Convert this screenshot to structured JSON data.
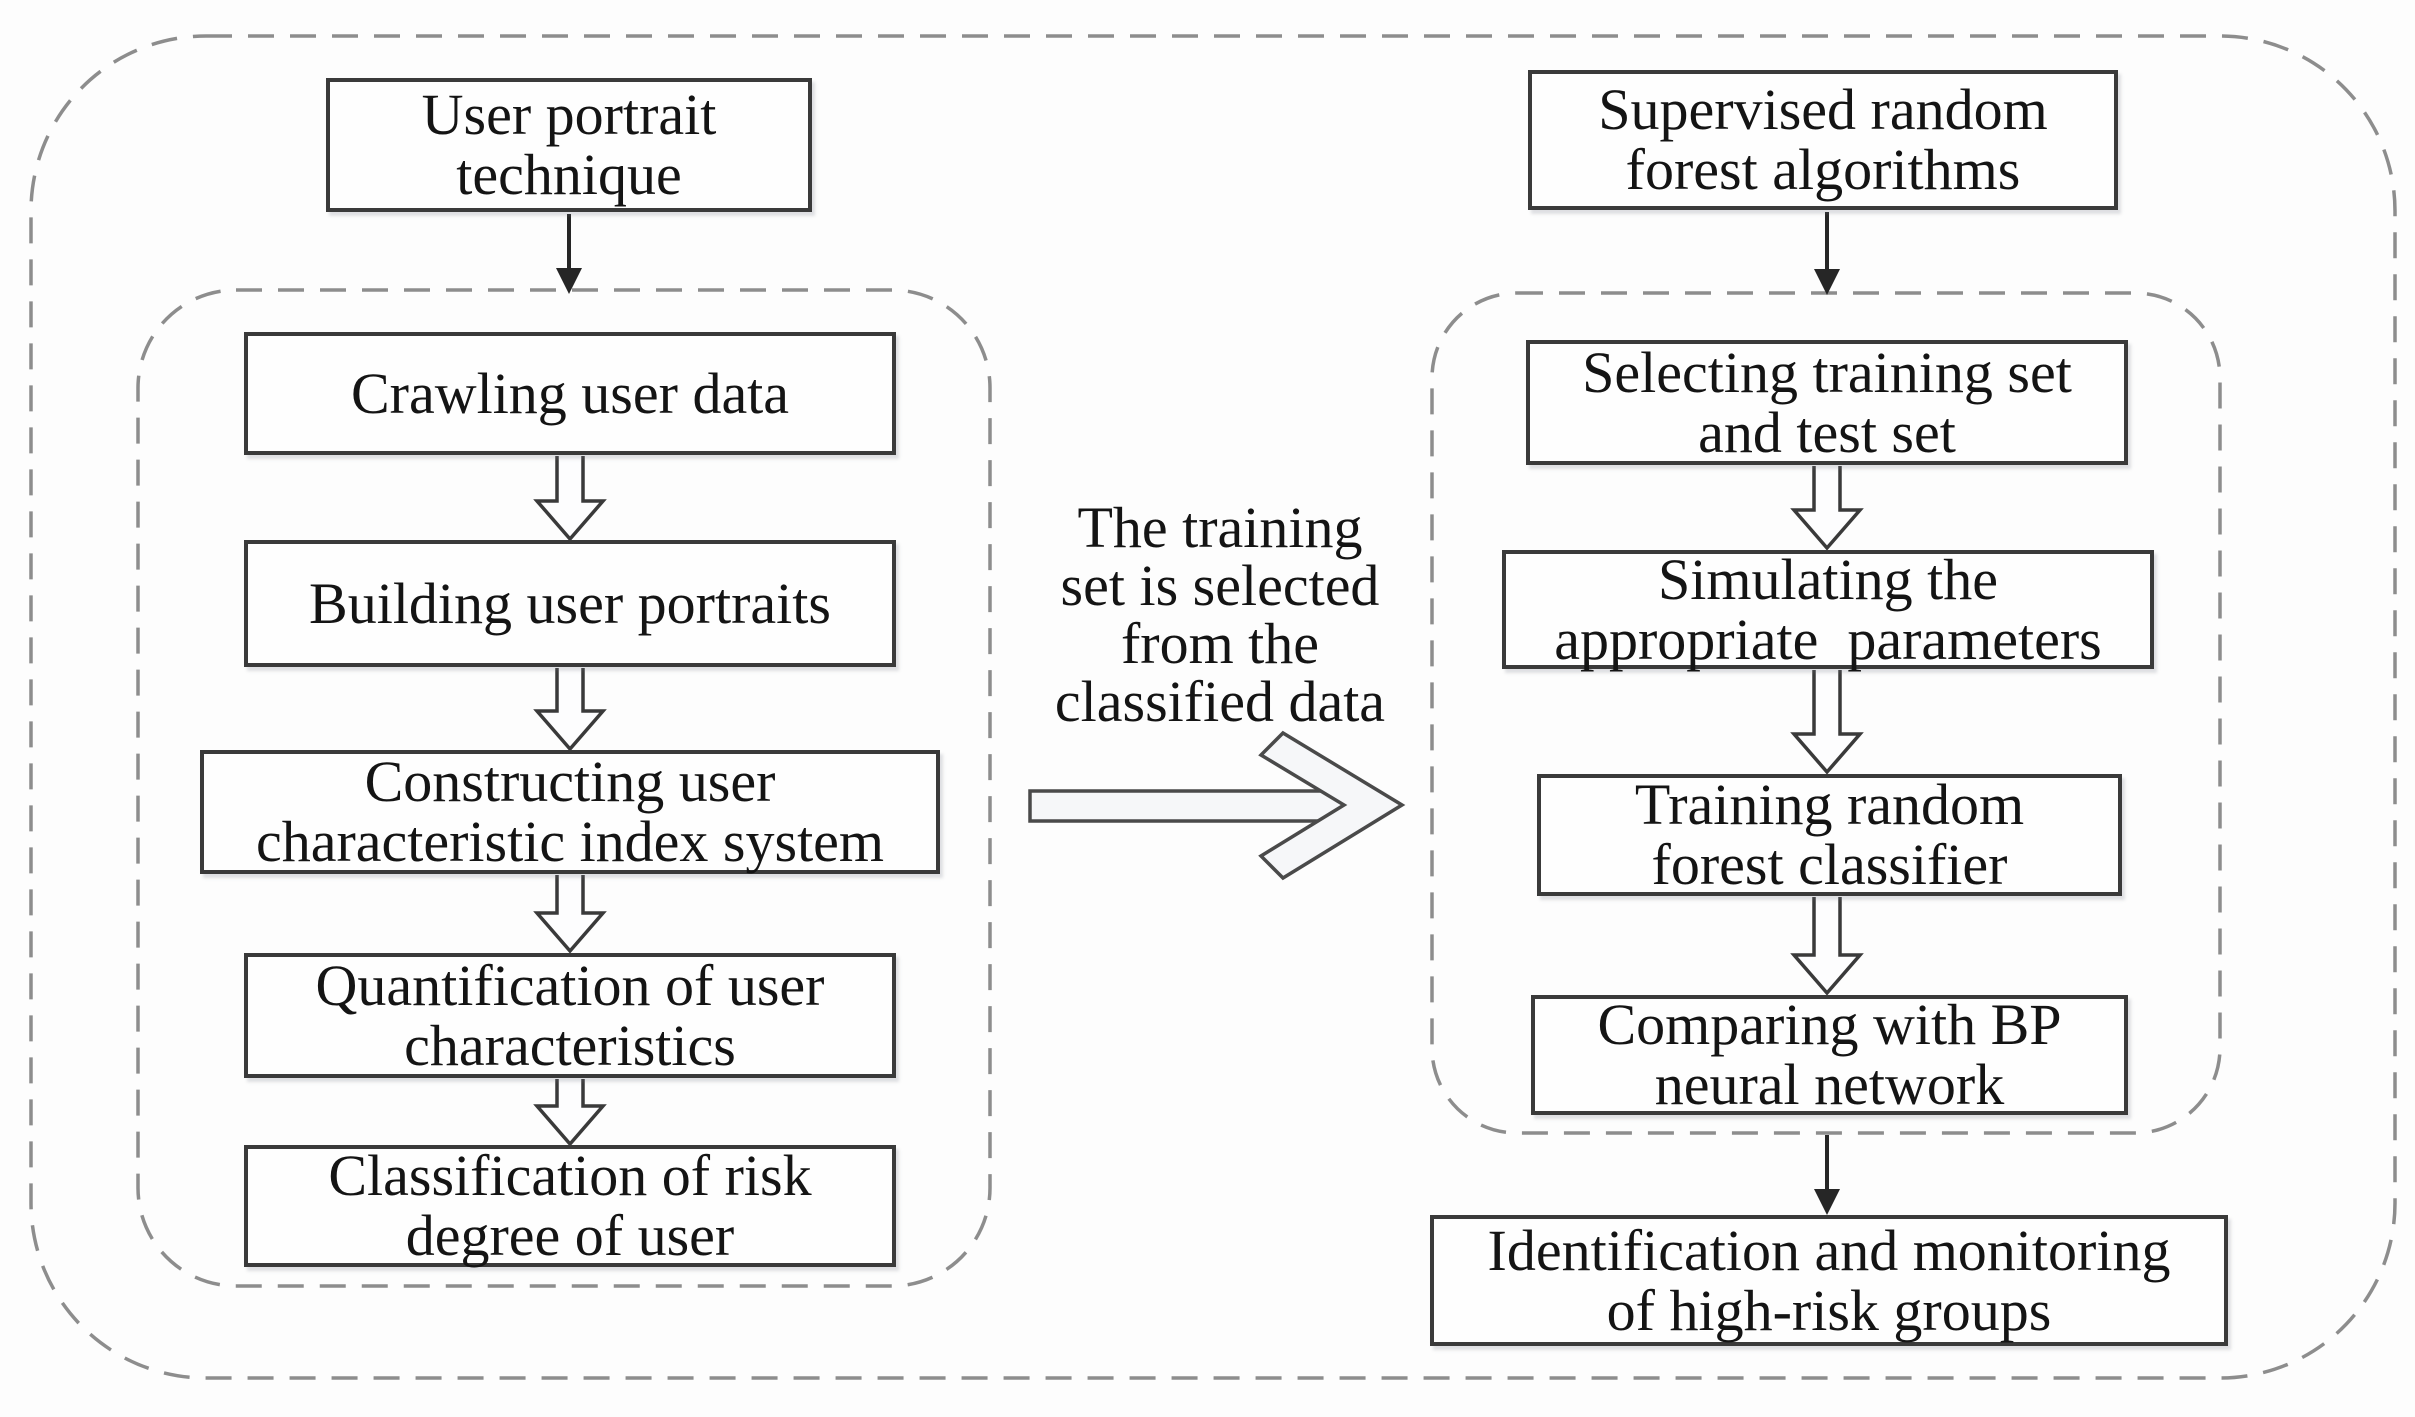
{
  "left": {
    "title": {
      "lines": [
        "User portrait",
        "technique"
      ]
    },
    "steps": [
      {
        "lines": [
          "Crawling user data"
        ]
      },
      {
        "lines": [
          "Building user portraits"
        ]
      },
      {
        "lines": [
          "Constructing user",
          "characteristic index system"
        ]
      },
      {
        "lines": [
          "Quantification of user",
          "characteristics"
        ]
      },
      {
        "lines": [
          "Classification of risk",
          "degree of user"
        ]
      }
    ]
  },
  "right": {
    "title": {
      "lines": [
        "Supervised random",
        "forest algorithms"
      ]
    },
    "steps": [
      {
        "lines": [
          "Selecting training set",
          "and test set"
        ]
      },
      {
        "lines": [
          "Simulating the",
          "appropriate  parameters"
        ]
      },
      {
        "lines": [
          "Training random",
          "forest classifier"
        ]
      },
      {
        "lines": [
          "Comparing with BP",
          "neural network"
        ]
      }
    ],
    "output": {
      "lines": [
        "Identification and monitoring",
        "of high-risk groups"
      ]
    }
  },
  "connector": {
    "lines": [
      "The training",
      "set is selected",
      "from the",
      "classified data"
    ]
  },
  "icons": {
    "hollow_down_arrow": "⇩ outlined block arrow",
    "solid_down_arrow": "↓ thin solid arrow",
    "hollow_right_arrow": "⇨ outlined block arrow"
  },
  "colors": {
    "box_border": "#3a3a3a",
    "dashed_border": "#8d8d8d",
    "text": "#141414",
    "background": "#fdfdfd",
    "arrow_fill": "#f6f7f9",
    "arrow_stroke": "#4a4a4a",
    "solid_arrow": "#262626"
  }
}
